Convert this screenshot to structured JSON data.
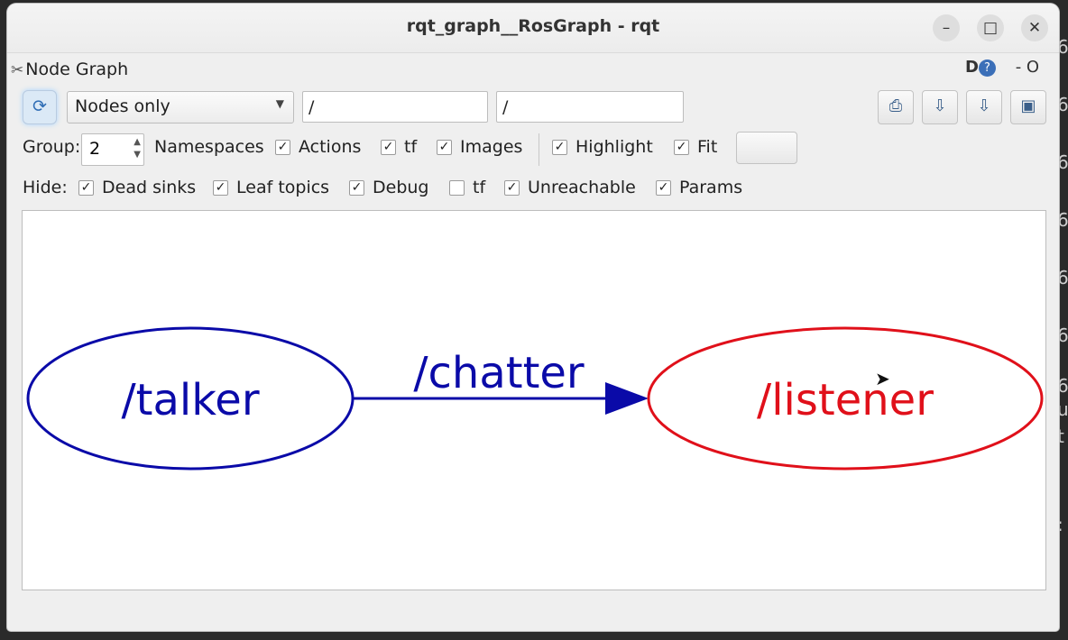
{
  "window": {
    "title": "rqt_graph__RosGraph - rqt",
    "minimize_label": "–",
    "maximize_label": "□",
    "close_label": "✕"
  },
  "plugin": {
    "title": "Node Graph",
    "d_label": "D",
    "help_label": "?",
    "extra_label": "- O"
  },
  "toolbar": {
    "view_mode": "Nodes only",
    "filter_include": "/",
    "filter_exclude": "/"
  },
  "group_row": {
    "group_label": "Group:",
    "group_value": "2",
    "options": [
      {
        "label": "Namespaces",
        "checked": true
      },
      {
        "label": "Actions",
        "checked": true
      },
      {
        "label": "tf",
        "checked": true
      },
      {
        "label": "Images",
        "checked": true
      },
      {
        "label": "Highlight",
        "checked": true
      },
      {
        "label": "Fit",
        "checked": true
      }
    ]
  },
  "hide_row": {
    "hide_label": "Hide:",
    "options": [
      {
        "label": "Dead sinks",
        "checked": true
      },
      {
        "label": "Leaf topics",
        "checked": true
      },
      {
        "label": "Debug",
        "checked": true
      },
      {
        "label": "tf",
        "checked": false
      },
      {
        "label": "Unreachable",
        "checked": true
      },
      {
        "label": "Params",
        "checked": true
      }
    ]
  },
  "graph": {
    "nodes": [
      {
        "label": "/talker",
        "color": "#0a0aa8"
      },
      {
        "label": "/listener",
        "color": "#e0101a"
      }
    ],
    "edge": {
      "label": "/chatter",
      "color": "#0a0aa8"
    }
  },
  "background": {
    "right_chars": [
      "6",
      "6",
      "6",
      "6",
      "6",
      "6",
      "6",
      "u",
      "t",
      ":"
    ]
  }
}
